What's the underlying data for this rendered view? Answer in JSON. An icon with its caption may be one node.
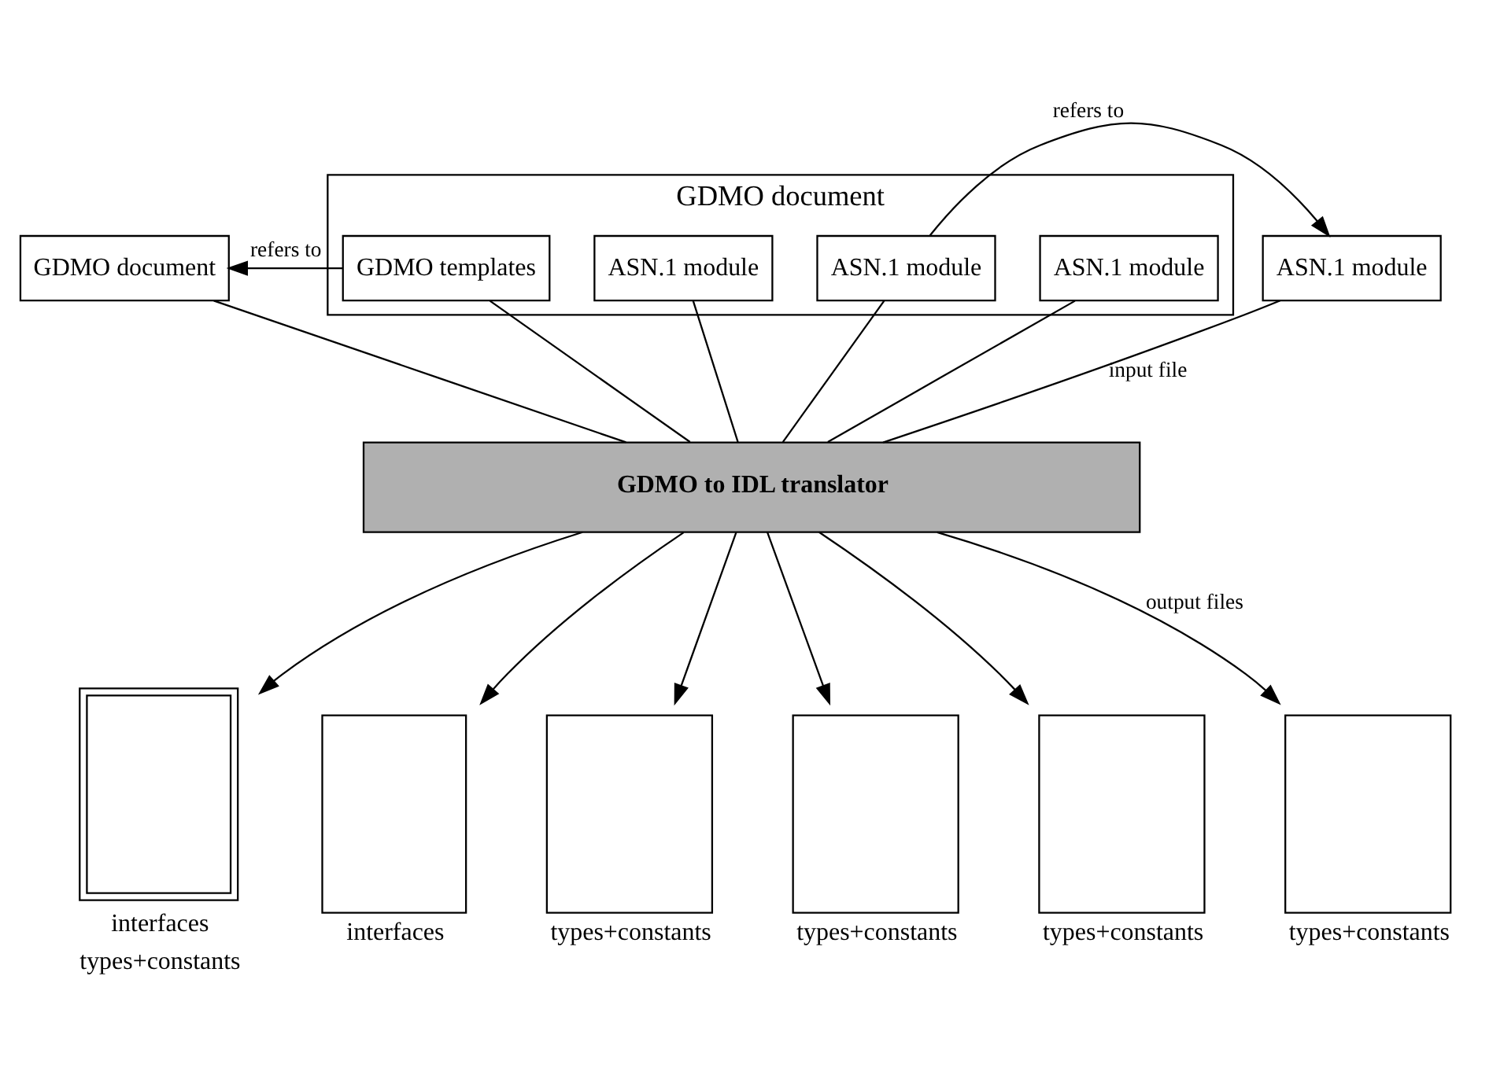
{
  "diagram": {
    "nodes": [
      {
        "text": [
          "GDMO document"
        ]
      },
      {
        "text": [
          "GDMO document"
        ]
      },
      {
        "text": [
          "GDMO templates"
        ],
        "in": 1
      },
      {
        "text": [
          "ASN.1 module"
        ],
        "in": 1
      },
      {
        "text": [
          "ASN.1 module"
        ],
        "in": 1
      },
      {
        "text": [
          "ASN.1 module"
        ],
        "in": 1
      },
      {
        "text": [
          "ASN.1 module"
        ]
      },
      {
        "text": [
          "GDMO to IDL translator"
        ]
      },
      {
        "text": [],
        "shape": "box",
        "beside": [
          "interfaces",
          "types+constants"
        ]
      },
      {
        "text": [],
        "shape": "box",
        "beside": [
          "interfaces"
        ]
      },
      {
        "text": [],
        "shape": "box",
        "beside": [
          "types+constants"
        ]
      },
      {
        "text": [],
        "shape": "box",
        "beside": [
          "types+constants"
        ]
      },
      {
        "text": [],
        "shape": "box",
        "beside": [
          "types+constants"
        ]
      },
      {
        "text": [],
        "shape": "box",
        "beside": [
          "types+constants"
        ]
      }
    ],
    "edges": [
      {
        "from": 2,
        "to": 0,
        "arrow": "to",
        "label": "refers to"
      },
      {
        "from": 4,
        "to": 6,
        "arrow": "to",
        "label": "refers to"
      },
      {
        "from": 0,
        "to": 7,
        "arrow": "none"
      },
      {
        "from": 2,
        "to": 7,
        "arrow": "none"
      },
      {
        "from": 3,
        "to": 7,
        "arrow": "none"
      },
      {
        "from": 4,
        "to": 7,
        "arrow": "none"
      },
      {
        "from": 5,
        "to": 7,
        "arrow": "none"
      },
      {
        "from": 6,
        "to": 7,
        "arrow": "none",
        "label": "input file"
      },
      {
        "from": 7,
        "to": 8,
        "arrow": "to"
      },
      {
        "from": 7,
        "to": 9,
        "arrow": "to"
      },
      {
        "from": 7,
        "to": 10,
        "arrow": "to"
      },
      {
        "from": 7,
        "to": 11,
        "arrow": "to"
      },
      {
        "from": 7,
        "to": 12,
        "arrow": "to"
      },
      {
        "from": 7,
        "to": 13,
        "arrow": "to",
        "label": "output files"
      }
    ]
  }
}
